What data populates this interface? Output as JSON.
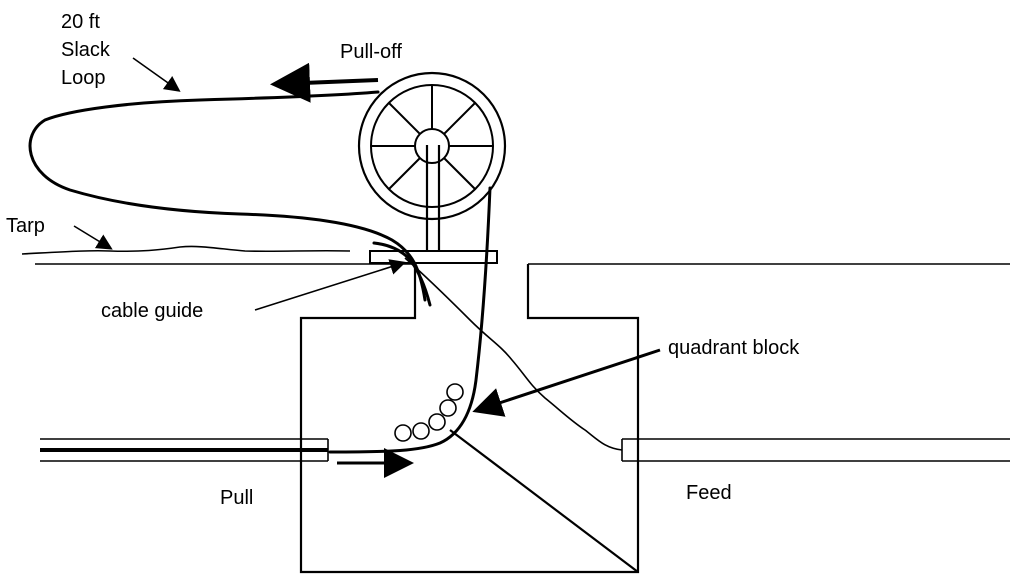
{
  "labels": {
    "slack_loop": [
      "20 ft",
      "Slack",
      "Loop"
    ],
    "pull_off": "Pull-off",
    "tarp": "Tarp",
    "cable_guide": "cable guide",
    "quadrant_block": "quadrant block",
    "pull": "Pull",
    "feed": "Feed"
  },
  "colors": {
    "line": "#000000",
    "background": "#ffffff"
  }
}
